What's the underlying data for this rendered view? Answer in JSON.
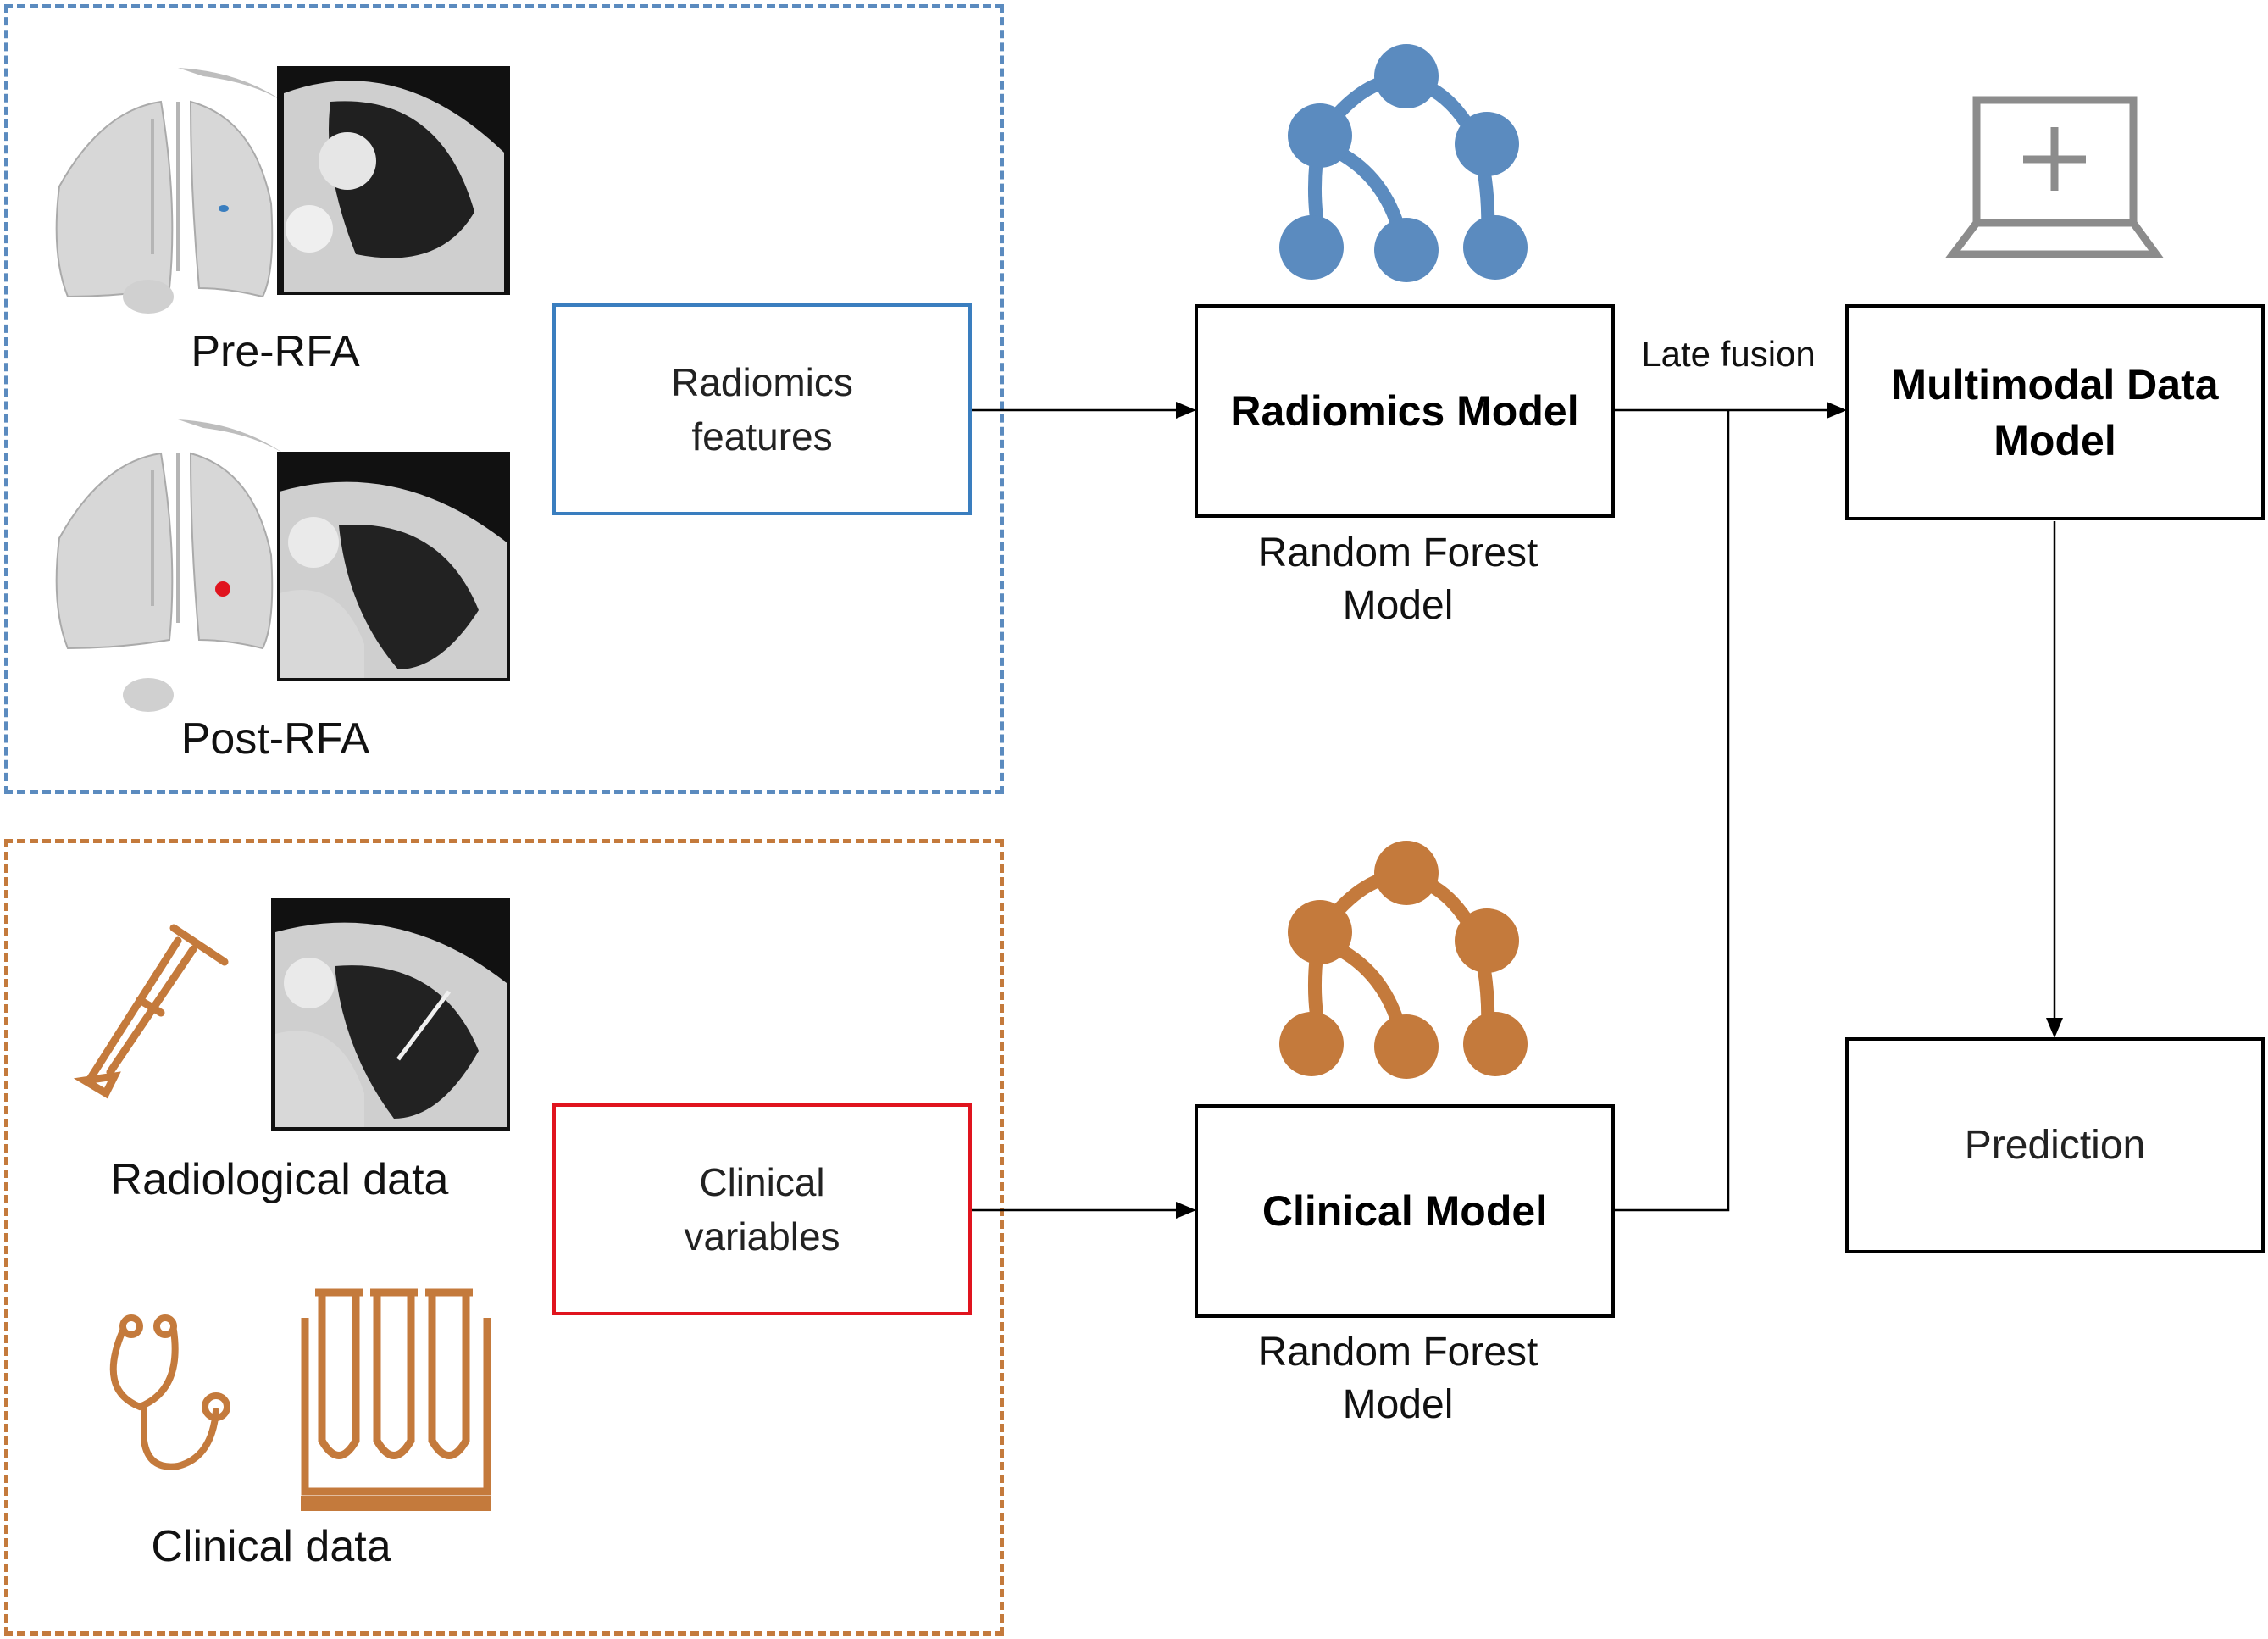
{
  "imaging_group": {
    "pre_label": "Pre-RFA",
    "post_label": "Post-RFA",
    "features_box": "Radiomics features"
  },
  "clinical_group": {
    "radiological_label": "Radiological data",
    "clinical_label": "Clinical data",
    "variables_box": "Clinical variables"
  },
  "models": {
    "radiomics_model": "Radiomics Model",
    "radiomics_sub": "Random Forest Model",
    "clinical_model": "Clinical Model",
    "clinical_sub": "Random Forest Model",
    "fusion_label": "Late fusion",
    "multimodal_model": "Multimodal Data Model",
    "prediction": "Prediction"
  },
  "colors": {
    "blue": "#5b8bbf",
    "orange": "#c47a3c",
    "red_box": "#e0141e",
    "laptop_gray": "#8c8c8c"
  },
  "icons": [
    "tree-icon-blue",
    "tree-icon-orange",
    "laptop-plus-icon",
    "crutch-icon",
    "stethoscope-icon",
    "test-tubes-icon",
    "lung-icon"
  ]
}
